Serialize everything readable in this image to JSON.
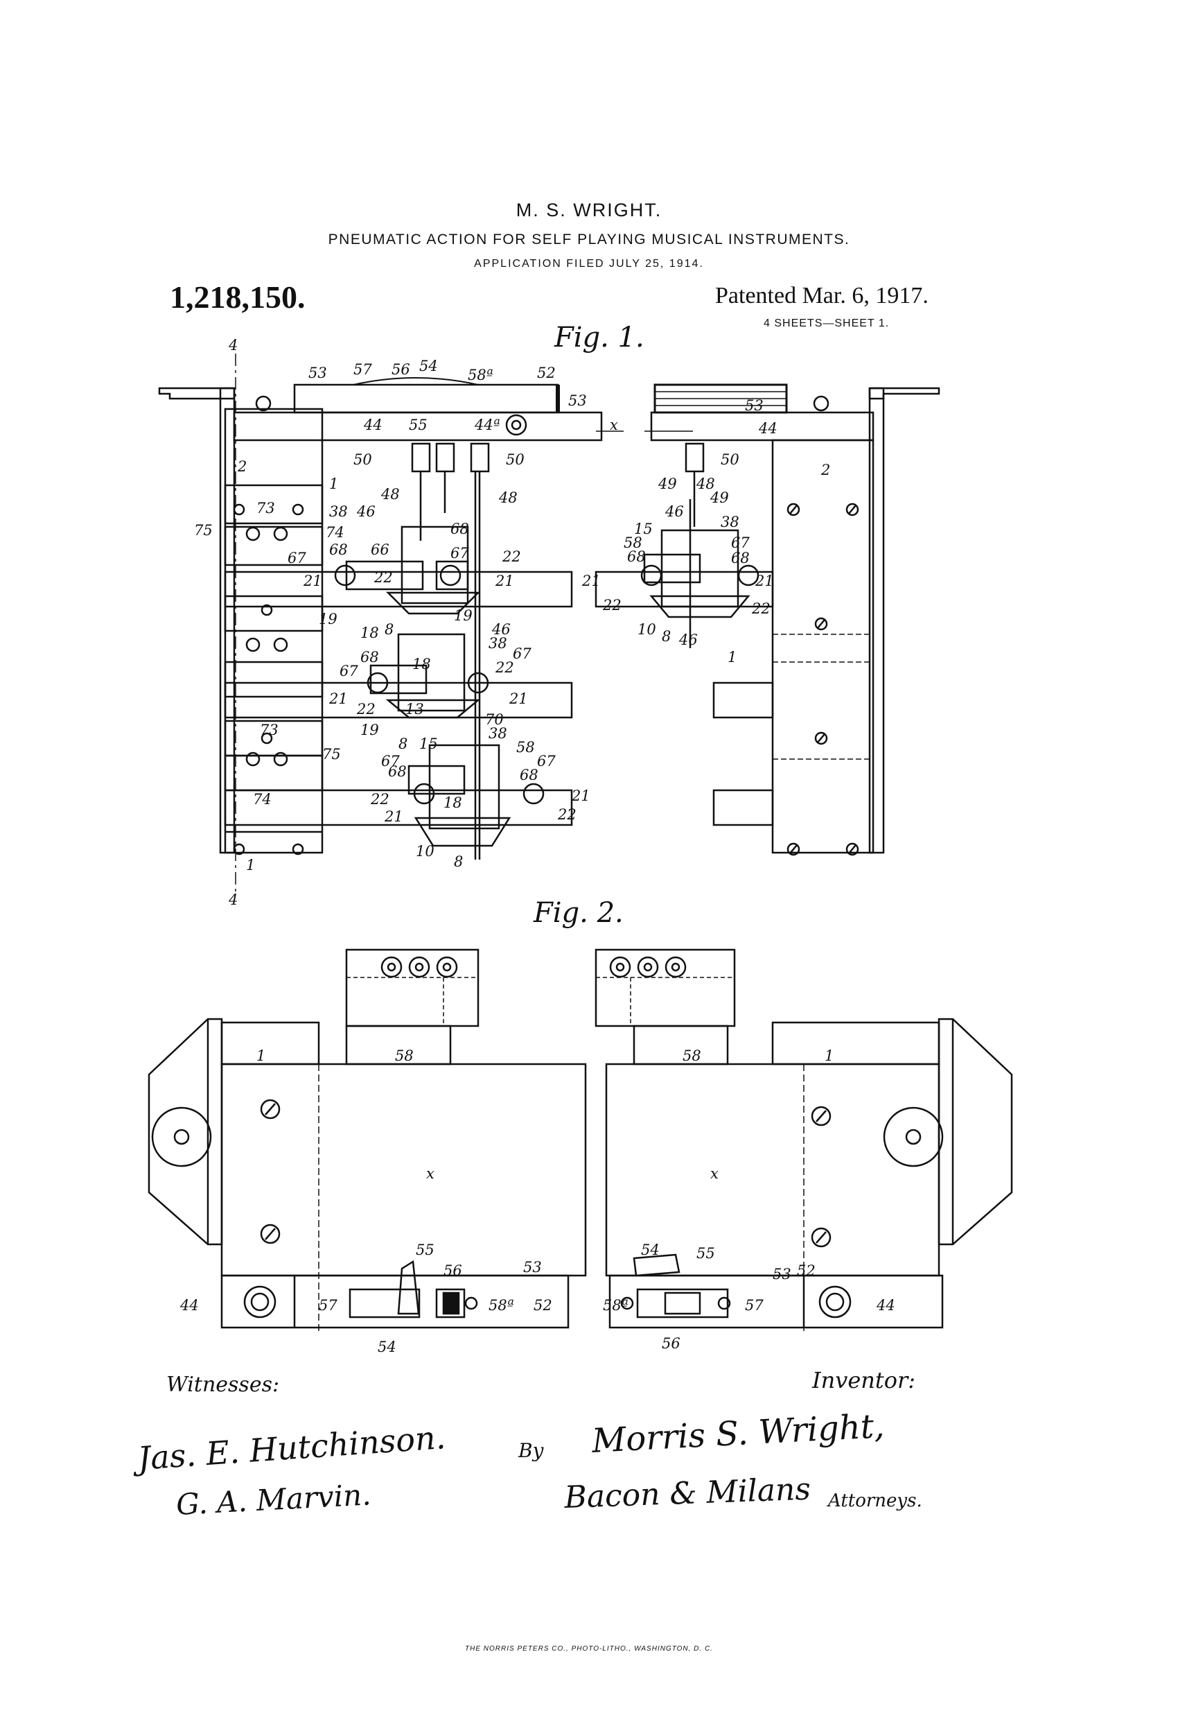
{
  "header": {
    "inventor": "M. S. WRIGHT.",
    "title": "PNEUMATIC ACTION FOR SELF PLAYING MUSICAL INSTRUMENTS.",
    "filed": "APPLICATION FILED JULY 25, 1914.",
    "patent_number": "1,218,150.",
    "patented": "Patented Mar. 6, 1917.",
    "sheets": "4 SHEETS—SHEET 1."
  },
  "figures": {
    "fig1": "Fig. 1.",
    "fig2": "Fig. 2."
  },
  "reference_numerals": [
    "1",
    "2",
    "4",
    "8",
    "10",
    "13",
    "15",
    "18",
    "19",
    "21",
    "22",
    "38",
    "44",
    "44a",
    "46",
    "48",
    "49",
    "50",
    "52",
    "53",
    "54",
    "55",
    "56",
    "57",
    "58",
    "58a",
    "66",
    "67",
    "68",
    "70",
    "73",
    "74",
    "75",
    "x"
  ],
  "signatures": {
    "witnesses_label": "Witnesses:",
    "witness_1": "Jas. E. Hutchinson.",
    "witness_2": "G. A. Marvin.",
    "inventor_label": "Inventor:",
    "by_label": "By",
    "inventor_signature": "Morris S. Wright,",
    "attorneys_signature": "Bacon & Milans",
    "attorneys_label": "Attorneys."
  },
  "footer": {
    "printer": "THE NORRIS PETERS CO., PHOTO-LITHO., WASHINGTON, D. C."
  }
}
